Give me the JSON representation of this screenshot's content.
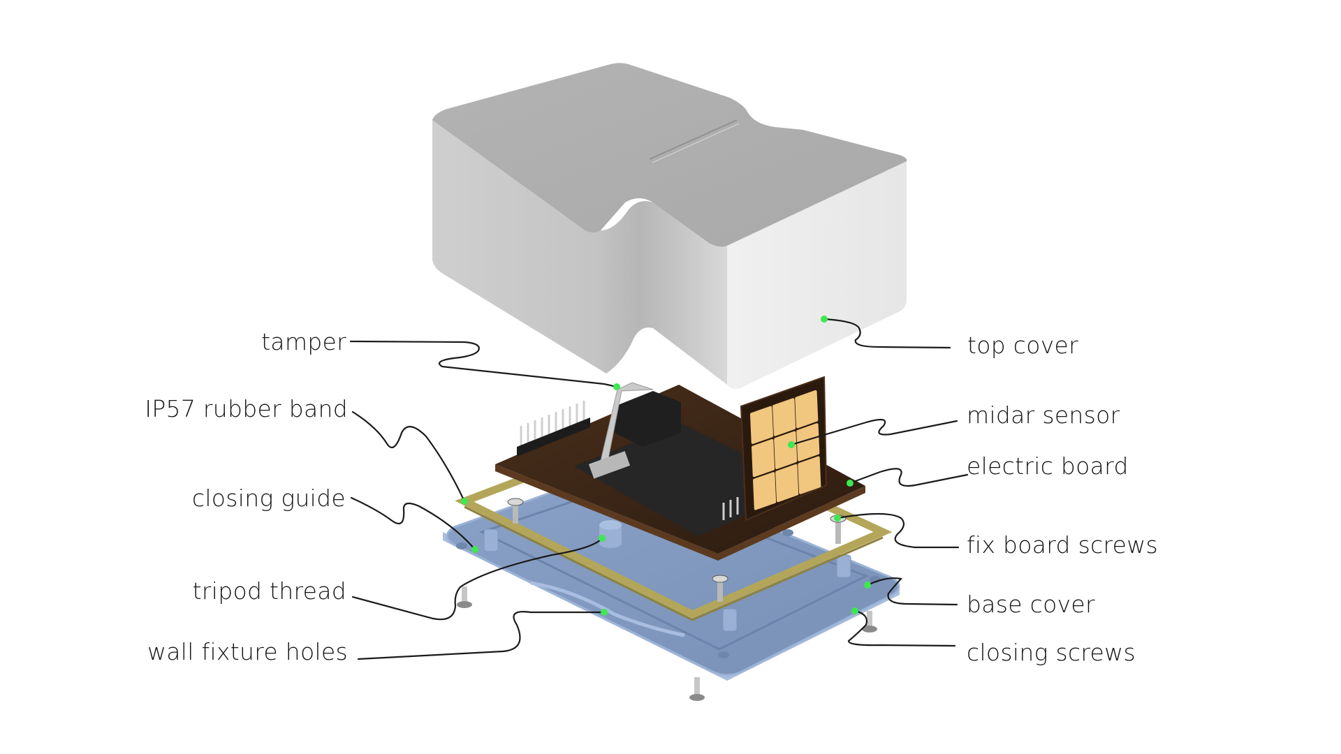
{
  "diagram": {
    "type": "exploded-view",
    "subject": "sensor device assembly",
    "callout_color": "#3ee84f",
    "colors": {
      "top_cover": "#d9d9d9",
      "rubber_band": "#b3a65a",
      "base_cover": "#8ea6cb",
      "electric_board": "#3a2516",
      "sensor_pads": "#f1c67e"
    },
    "labels_left": [
      {
        "id": "tamper",
        "text": "tamper"
      },
      {
        "id": "ip57-rubber-band",
        "text": "IP57 rubber band"
      },
      {
        "id": "closing-guide",
        "text": "closing guide"
      },
      {
        "id": "tripod-thread",
        "text": "tripod thread"
      },
      {
        "id": "wall-fixture-holes",
        "text": "wall fixture holes"
      }
    ],
    "labels_right": [
      {
        "id": "top-cover",
        "text": "top cover"
      },
      {
        "id": "midar-sensor",
        "text": "midar sensor"
      },
      {
        "id": "electric-board",
        "text": "electric board"
      },
      {
        "id": "fix-board-screws",
        "text": "fix board screws"
      },
      {
        "id": "base-cover",
        "text": "base cover"
      },
      {
        "id": "closing-screws",
        "text": "closing screws"
      }
    ]
  }
}
